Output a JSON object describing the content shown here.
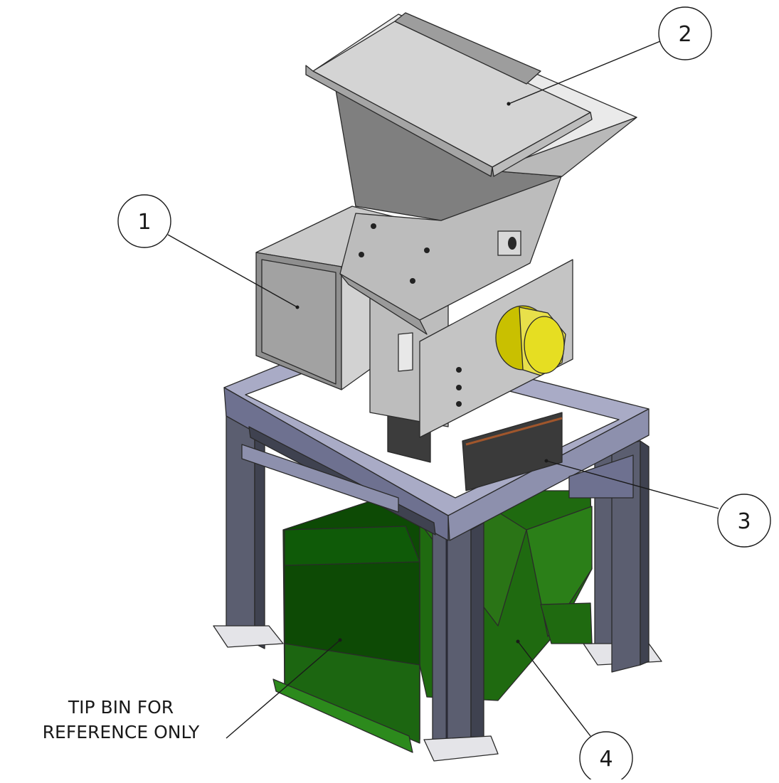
{
  "drawing": {
    "balloons": [
      {
        "id": "1",
        "label": "1"
      },
      {
        "id": "2",
        "label": "2"
      },
      {
        "id": "3",
        "label": "3"
      },
      {
        "id": "4",
        "label": "4"
      }
    ],
    "note": {
      "line1": "TIP BIN FOR",
      "line2": "REFERENCE ONLY"
    }
  }
}
